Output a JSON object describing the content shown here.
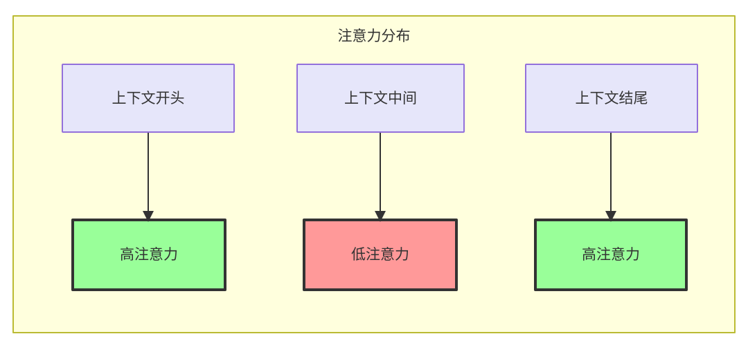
{
  "diagram": {
    "title": "注意力分布",
    "type": "flowchart",
    "background_color": "#ffffdd",
    "border_color": "#bbbb33",
    "columns": [
      {
        "id": "col1",
        "source": {
          "label": "上下文开头",
          "fill": "#e6e6fa",
          "stroke": "#9370db"
        },
        "target": {
          "label": "高注意力",
          "fill": "#99ff99",
          "stroke": "#333333",
          "level": "high"
        },
        "connector": {
          "kind": "arrow",
          "direction": "down",
          "color": "#333333"
        }
      },
      {
        "id": "col2",
        "source": {
          "label": "上下文中间",
          "fill": "#e6e6fa",
          "stroke": "#9370db"
        },
        "target": {
          "label": "低注意力",
          "fill": "#ff9999",
          "stroke": "#333333",
          "level": "low"
        },
        "connector": {
          "kind": "arrow",
          "direction": "down",
          "color": "#333333"
        }
      },
      {
        "id": "col3",
        "source": {
          "label": "上下文结尾",
          "fill": "#e6e6fa",
          "stroke": "#9370db"
        },
        "target": {
          "label": "高注意力",
          "fill": "#99ff99",
          "stroke": "#333333",
          "level": "high"
        },
        "connector": {
          "kind": "arrow",
          "direction": "down",
          "color": "#333333"
        }
      }
    ]
  }
}
